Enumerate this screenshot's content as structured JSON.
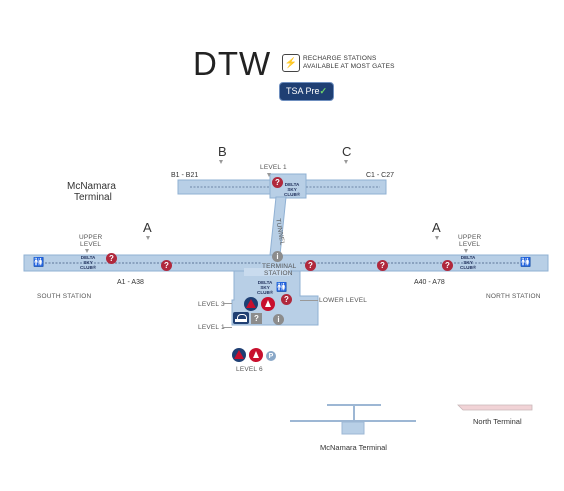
{
  "header": {
    "title": "DTW",
    "recharge_line1": "RECHARGE STATIONS",
    "recharge_line2": "AVAILABLE AT MOST GATES",
    "tsa_label": "TSA Pre",
    "tsa_check": "✓"
  },
  "terminal": {
    "name_line1": "McNamara",
    "name_line2": "Terminal"
  },
  "concourses": {
    "a_left": "A",
    "a_right": "A",
    "b": "B",
    "c": "C"
  },
  "gates": {
    "b_range": "B1 - B21",
    "c_range": "C1 - C27",
    "a_left_range": "A1 - A38",
    "a_right_range": "A40 - A78"
  },
  "labels": {
    "level1_top": "LEVEL 1",
    "upper_level_left_1": "UPPER",
    "upper_level_left_2": "LEVEL",
    "upper_level_right_1": "UPPER",
    "upper_level_right_2": "LEVEL",
    "tunnel": "TUNNEL",
    "terminal_station_1": "TERMINAL",
    "terminal_station_2": "STATION",
    "south_station": "SOUTH STATION",
    "north_station": "NORTH STATION",
    "level3": "LEVEL 3",
    "level1_bottom": "LEVEL 1",
    "lower_level": "LOWER LEVEL",
    "level6": "LEVEL 6",
    "club_1": "DELTA",
    "club_2": "SKY",
    "club_3": "CLUB®"
  },
  "icons": {
    "help": "?",
    "info": "i",
    "parking": "P",
    "restroom": "🚻"
  },
  "overview": {
    "mcnamara_label": "McNamara Terminal",
    "north_label": "North Terminal"
  },
  "colors": {
    "concourse_fill": "#b8cfe6",
    "concourse_stroke": "#8fb0d3",
    "help_red": "#b0283c",
    "info_gray": "#8c8c8c",
    "tsa_navy": "#1f3f73"
  }
}
